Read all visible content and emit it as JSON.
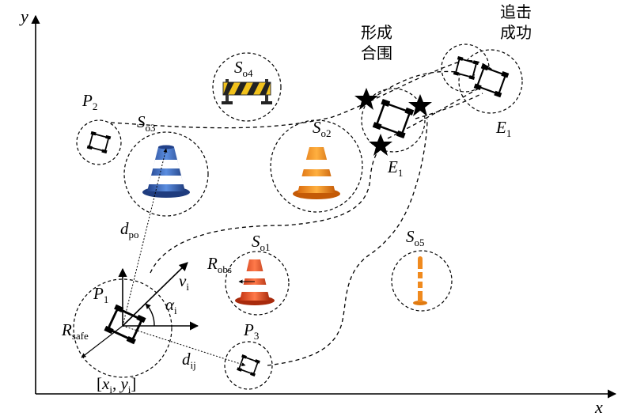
{
  "axes": {
    "x_label": "x",
    "y_label": "y"
  },
  "agents": [
    {
      "name": "P",
      "sub": "1"
    },
    {
      "name": "P",
      "sub": "2"
    },
    {
      "name": "P",
      "sub": "3"
    }
  ],
  "evaders": [
    {
      "name": "E",
      "sub": "1"
    },
    {
      "name": "E",
      "sub": "1"
    }
  ],
  "obstacles": [
    {
      "name": "S",
      "sub": "o1"
    },
    {
      "name": "S",
      "sub": "o2"
    },
    {
      "name": "S",
      "sub": "o3"
    },
    {
      "name": "S",
      "sub": "o4"
    },
    {
      "name": "S",
      "sub": "o5"
    }
  ],
  "annotations": {
    "d_po": {
      "main": "d",
      "sub": "po"
    },
    "d_ij": {
      "main": "d",
      "sub": "ij"
    },
    "r_obs": {
      "main": "R",
      "sub": "obs"
    },
    "r_safe": {
      "main": "R",
      "sub": "safe"
    },
    "v_i": {
      "main": "v",
      "sub": "i"
    },
    "alpha_i": {
      "main": "α",
      "sub": "i"
    },
    "position": {
      "open": "[",
      "x": "x",
      "x_sub": "i",
      "comma": ", ",
      "y": "y",
      "y_sub": "i",
      "close": "]"
    }
  },
  "captions": {
    "encircle_line1": "形成",
    "encircle_line2": "合围",
    "success_line1": "追击",
    "success_line2": "成功"
  },
  "colors": {
    "cone_blue": "#3d67b8",
    "cone_orange": "#f08a1e",
    "cone_red": "#e0451e",
    "barrier_yellow": "#f2c21b"
  }
}
